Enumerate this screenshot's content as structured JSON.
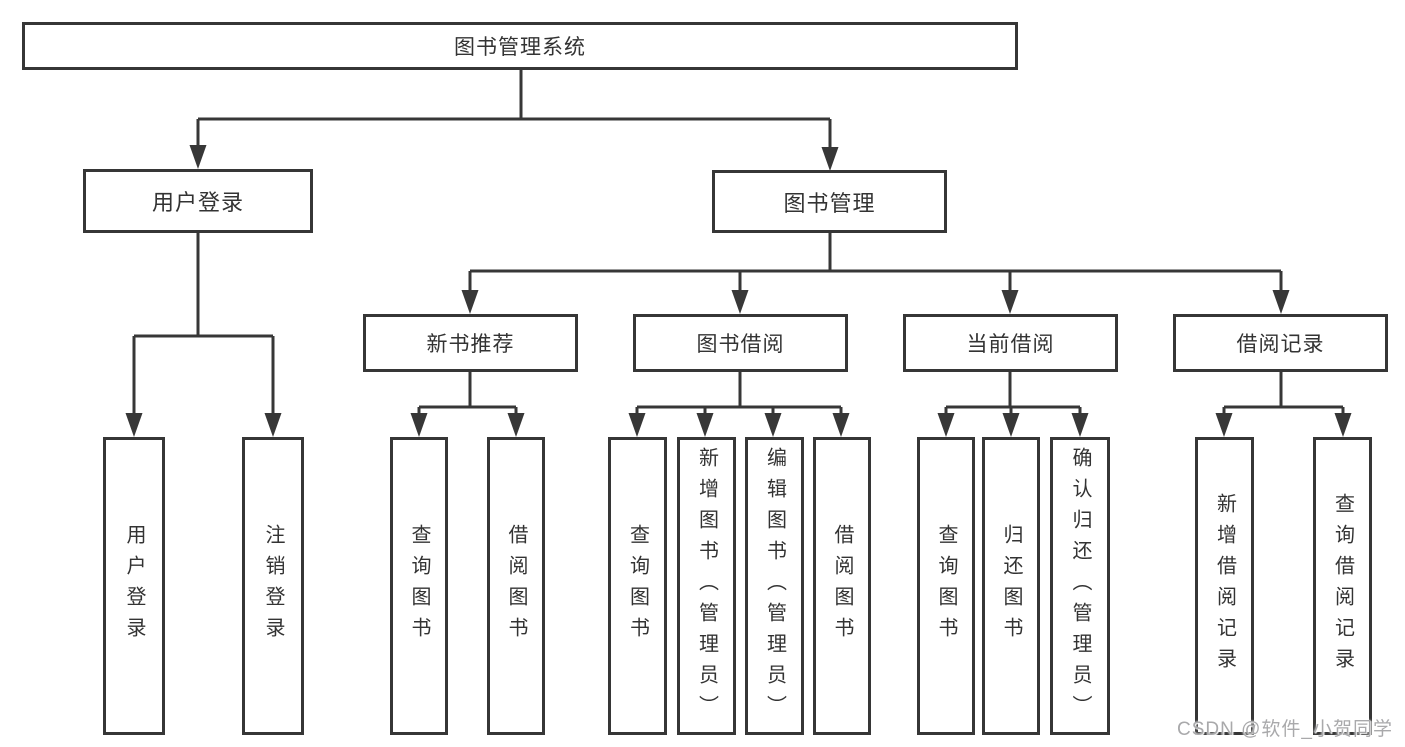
{
  "diagram": {
    "root": {
      "label": "图书管理系统"
    },
    "branches": [
      {
        "label": "用户登录",
        "children": [
          {
            "label": "用户登录"
          },
          {
            "label": "注销登录"
          }
        ]
      },
      {
        "label": "图书管理",
        "children": [
          {
            "label": "新书推荐",
            "children": [
              {
                "label": "查询图书"
              },
              {
                "label": "借阅图书"
              }
            ]
          },
          {
            "label": "图书借阅",
            "children": [
              {
                "label": "查询图书"
              },
              {
                "label": "新增图书（管理员）"
              },
              {
                "label": "编辑图书（管理员）"
              },
              {
                "label": "借阅图书"
              }
            ]
          },
          {
            "label": "当前借阅",
            "children": [
              {
                "label": "查询图书"
              },
              {
                "label": "归还图书"
              },
              {
                "label": "确认归还（管理员）"
              }
            ]
          },
          {
            "label": "借阅记录",
            "children": [
              {
                "label": "新增借阅记录"
              },
              {
                "label": "查询借阅记录"
              }
            ]
          }
        ]
      }
    ]
  },
  "watermark": {
    "text": "CSDN @软件_小贺同学"
  },
  "colors": {
    "line": "#373737",
    "text": "#333333",
    "watermark": "#a9a9ab",
    "background": "#ffffff"
  }
}
